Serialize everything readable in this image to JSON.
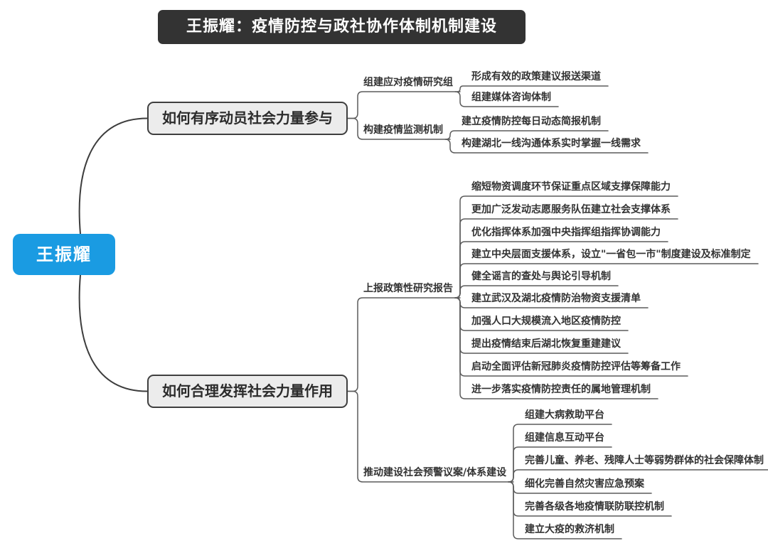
{
  "title": "王振耀：疫情防控与政社协作体制机制建设",
  "colors": {
    "background": "#ffffff",
    "title_bg": "#333333",
    "title_text": "#ffffff",
    "root_bg": "#1a9be2",
    "root_text": "#ffffff",
    "branch_bg": "#ececec",
    "branch_border": "#3f3f3f",
    "branch_text": "#2b2b2b",
    "node_text": "#333333",
    "connector": "#5c5c5c",
    "root_connector": "#3d3d3d"
  },
  "root": {
    "label": "王振耀"
  },
  "branches": [
    {
      "label": "如何有序动员社会力量参与",
      "children": [
        {
          "label": "组建应对疫情研究组",
          "children": [
            {
              "label": "形成有效的政策建议报送渠道"
            },
            {
              "label": "组建媒体咨询体制"
            }
          ]
        },
        {
          "label": "构建疫情监测机制",
          "children": [
            {
              "label": "建立疫情防控每日动态简报机制"
            },
            {
              "label": "构建湖北一线沟通体系实时掌握一线需求"
            }
          ]
        }
      ]
    },
    {
      "label": "如何合理发挥社会力量作用",
      "children": [
        {
          "label": "上报政策性研究报告",
          "children": [
            {
              "label": "缩短物资调度环节保证重点区域支撑保障能力"
            },
            {
              "label": "更加广泛发动志愿服务队伍建立社会支撑体系"
            },
            {
              "label": "优化指挥体系加强中央指挥组指挥协调能力"
            },
            {
              "label": "建立中央层面支援体系，设立\"一省包一市\"制度建设及标准制定"
            },
            {
              "label": "健全谣言的查处与舆论引导机制"
            },
            {
              "label": "建立武汉及湖北疫情防治物资支援清单"
            },
            {
              "label": "加强人口大规模流入地区疫情防控"
            },
            {
              "label": "提出疫情结束后湖北恢复重建建议"
            },
            {
              "label": "启动全面评估新冠肺炎疫情防控评估等筹备工作"
            },
            {
              "label": "进一步落实疫情防控责任的属地管理机制"
            }
          ]
        },
        {
          "label": "推动建设社会预警议案/体系建设",
          "children": [
            {
              "label": "组建大病救助平台"
            },
            {
              "label": "组建信息互动平台"
            },
            {
              "label": "完善儿童、养老、残障人士等弱势群体的社会保障体制"
            },
            {
              "label": "细化完善自然灾害应急预案"
            },
            {
              "label": "完善各级各地疫情联防联控机制"
            },
            {
              "label": "建立大疫的救济机制"
            }
          ]
        }
      ]
    }
  ]
}
